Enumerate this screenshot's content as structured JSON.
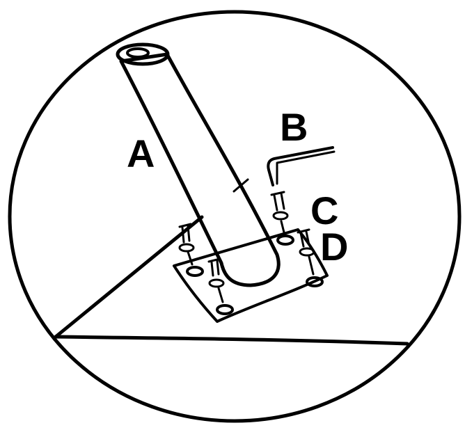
{
  "labels": {
    "leg": "A",
    "allen_key": "B",
    "bolt": "C",
    "washer": "D"
  },
  "colors": {
    "ink": "#000000",
    "paper": "#ffffff"
  }
}
